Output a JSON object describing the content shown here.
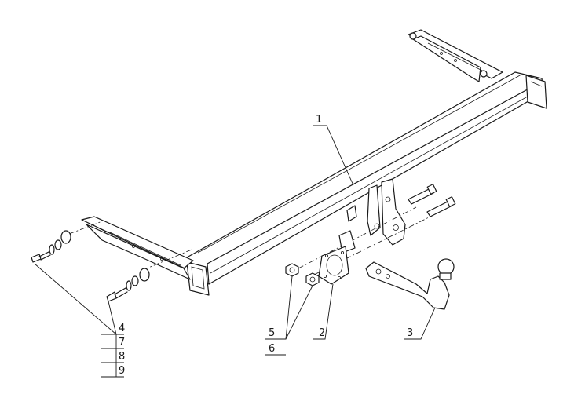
{
  "callouts": {
    "crossbar": "1",
    "mounting_plate": "2",
    "tow_ball": "3",
    "bolt_4": "4",
    "nut_5": "5",
    "washer_6": "6",
    "part_7": "7",
    "part_8": "8",
    "part_9": "9"
  }
}
